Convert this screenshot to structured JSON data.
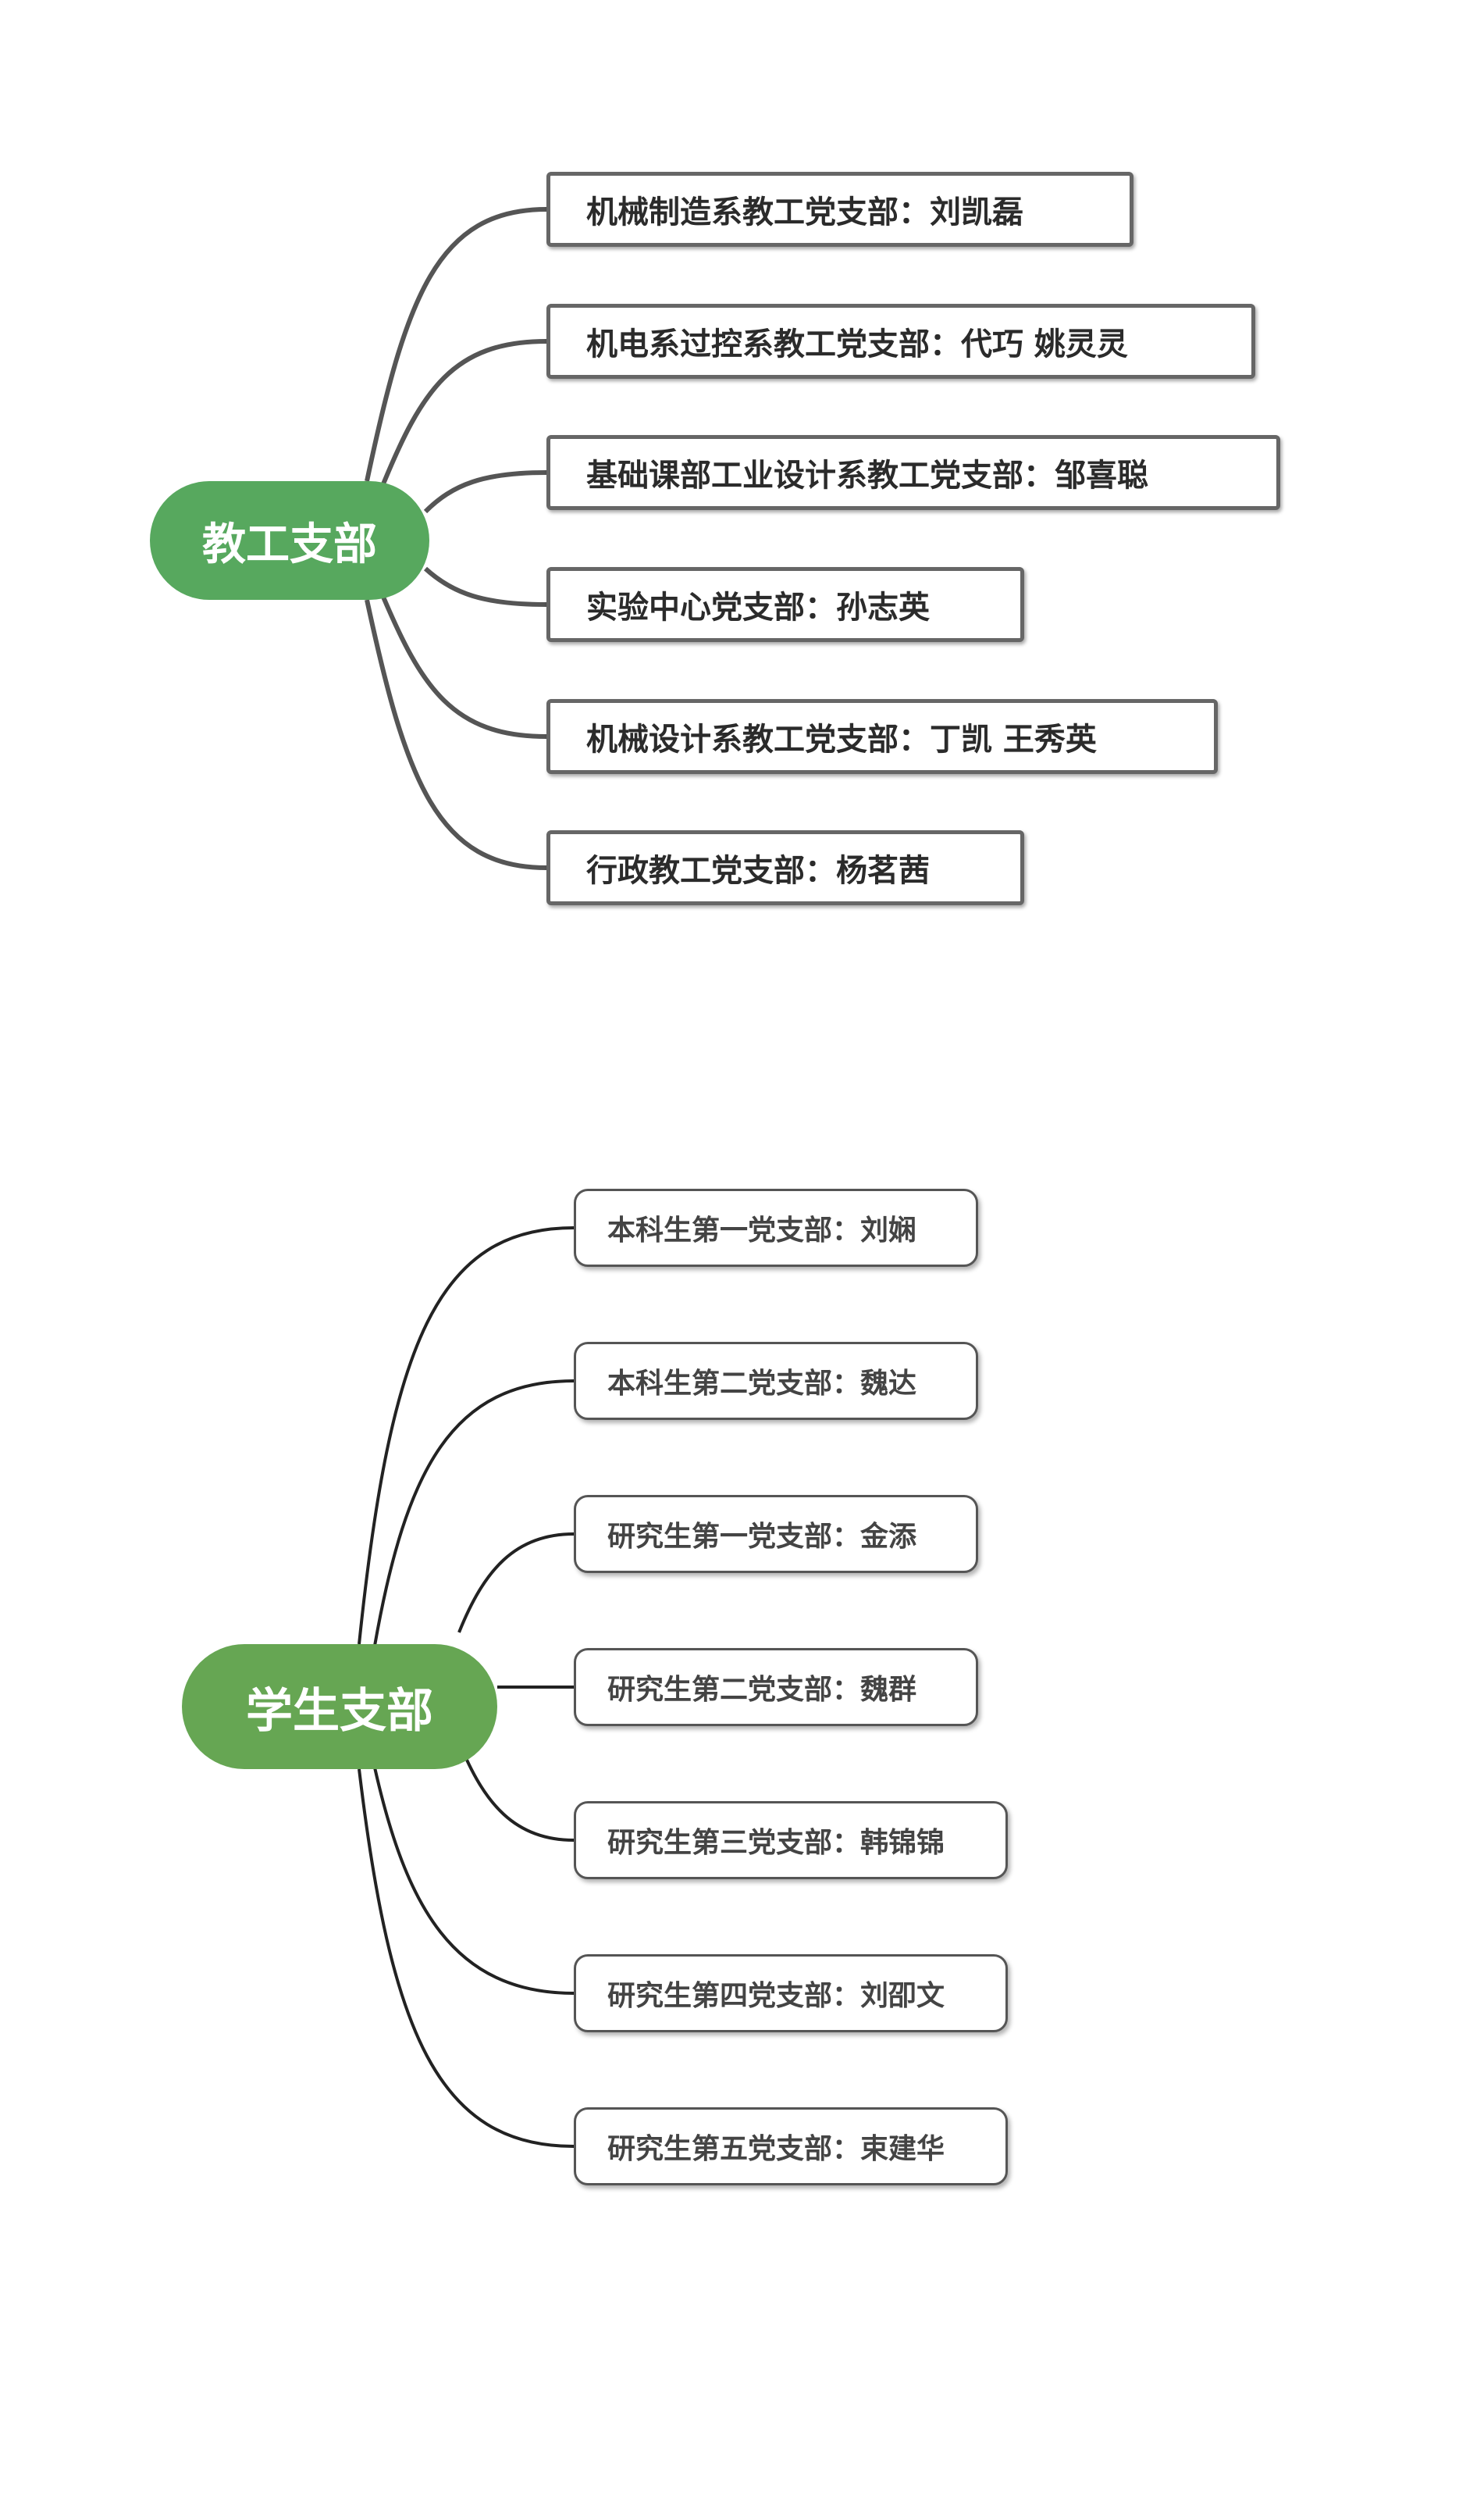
{
  "diagram1": {
    "root": "教工支部",
    "branches": [
      "机械制造系教工党支部：刘凯磊",
      "机电系过控系教工党支部：代巧 姚灵灵",
      "基础课部工业设计系教工党支部：邹喜聪",
      "实验中心党支部：孙志英",
      "机械设计系教工党支部：丁凯 王秀英",
      "行政教工党支部：杨茗茜"
    ]
  },
  "diagram2": {
    "root": "学生支部",
    "branches": [
      "本科生第一党支部：刘娴",
      "本科生第二党支部：魏达",
      "研究生第一党支部：金添",
      "研究生第二党支部：魏群",
      "研究生第三党支部：韩锦锦",
      "研究生第四党支部：刘卲文",
      "研究生第五党支部：束建华"
    ]
  },
  "colors": {
    "root1_fill": "#57a85e",
    "root2_fill": "#66a653",
    "connector1": "#555555",
    "connector2": "#222222"
  }
}
